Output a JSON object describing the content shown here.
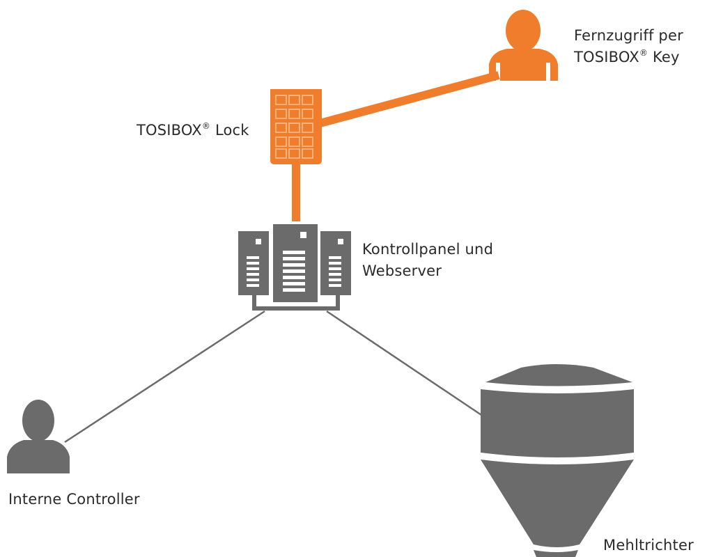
{
  "colors": {
    "accent": "#f07d2c",
    "device": "#6b6b6b",
    "text": "#2a2a2a",
    "background": "#ffffff"
  },
  "nodes": {
    "remote": {
      "icon": "technician-icon",
      "label_line1": "Fernzugriff per",
      "label_line2_prefix": "TOSIBOX",
      "label_line2_sup": "®",
      "label_line2_suffix": " Key"
    },
    "lock": {
      "icon": "lock-device-icon",
      "label_prefix": "TOSIBOX",
      "label_sup": "®",
      "label_suffix": " Lock"
    },
    "server": {
      "icon": "server-rack-icon",
      "label_line1": "Kontrollpanel und",
      "label_line2": "Webserver"
    },
    "controller": {
      "icon": "user-icon",
      "label": "Interne Controller"
    },
    "hopper": {
      "icon": "flour-hopper-icon",
      "label": "Mehltrichter"
    }
  },
  "connections": [
    {
      "from": "lock",
      "to": "remote",
      "style": "accent"
    },
    {
      "from": "lock",
      "to": "server",
      "style": "accent"
    },
    {
      "from": "server",
      "to": "controller",
      "style": "plain"
    },
    {
      "from": "server",
      "to": "hopper",
      "style": "plain"
    }
  ]
}
